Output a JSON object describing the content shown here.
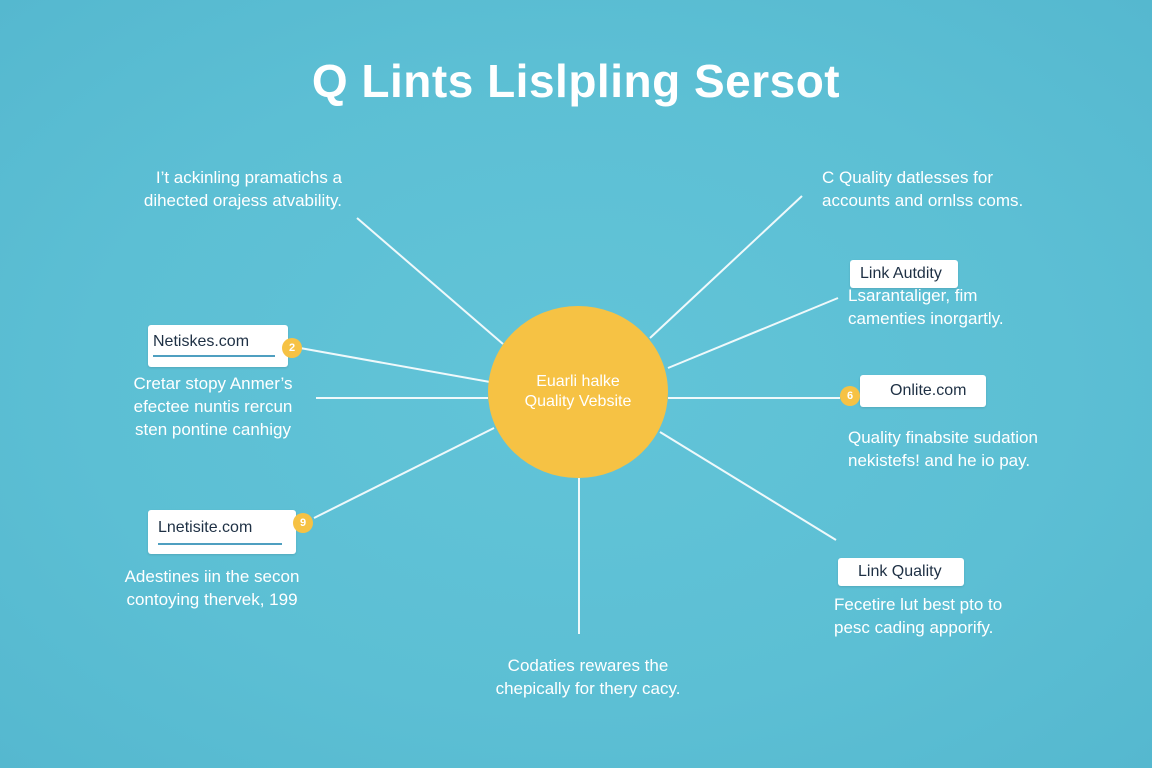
{
  "title": "Q Lints Lislpling Sersot",
  "hub": {
    "line1": "Euarli halke",
    "line2": "Quality Vebsite"
  },
  "notes": {
    "top_left": [
      "I’t ackinling pramatichs a",
      "dihected orajess atvability."
    ],
    "top_right": [
      "C Quality datlesses for",
      "accounts and ornlss coms."
    ],
    "right_upper": [
      "Lsarantaliger, fim",
      "camenties inorgartly."
    ],
    "mid_left": [
      "Cretar stopy Anmer’s",
      "efectee nuntis rercun",
      "sten pontine canhigy"
    ],
    "mid_right": [
      "Quality finabsite sudation",
      "nekistefs! and he io pay."
    ],
    "lower_left": [
      "Adestines iin the secon",
      "contoying thervek, 199"
    ],
    "lower_right": [
      "Fecetire lut best pto to",
      "pesc cading apporify."
    ],
    "bottom": [
      "Codaties rewares the",
      "chepically for thery cacy."
    ]
  },
  "cards": {
    "link_audit": "Link Autdity",
    "netiskes": "Netiskes.com",
    "onlite": "Onlite.com",
    "lnetisite": "Lnetisite.com",
    "link_quality": "Link Quality"
  },
  "badges": {
    "netiskes": "2",
    "onlite": "6",
    "lnetisite": "9"
  },
  "colors": {
    "background": "#5cbfd4",
    "hub": "#f6c244",
    "card_text": "#1e3044",
    "line": "#ffffff"
  }
}
